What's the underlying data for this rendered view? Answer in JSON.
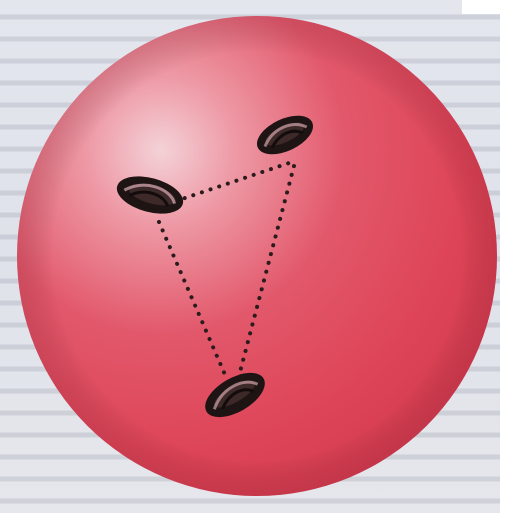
{
  "scene": {
    "description_colors": {
      "disc_main": "#e0475c",
      "disc_highlight": "#f2c8cf",
      "disc_edge": "#cf3a4e",
      "page_background": "#e2e4ec",
      "dots": "#2a1c1c",
      "coil": "#1e1414"
    },
    "icons": [
      "coil-left",
      "coil-top-right",
      "coil-bottom"
    ]
  }
}
